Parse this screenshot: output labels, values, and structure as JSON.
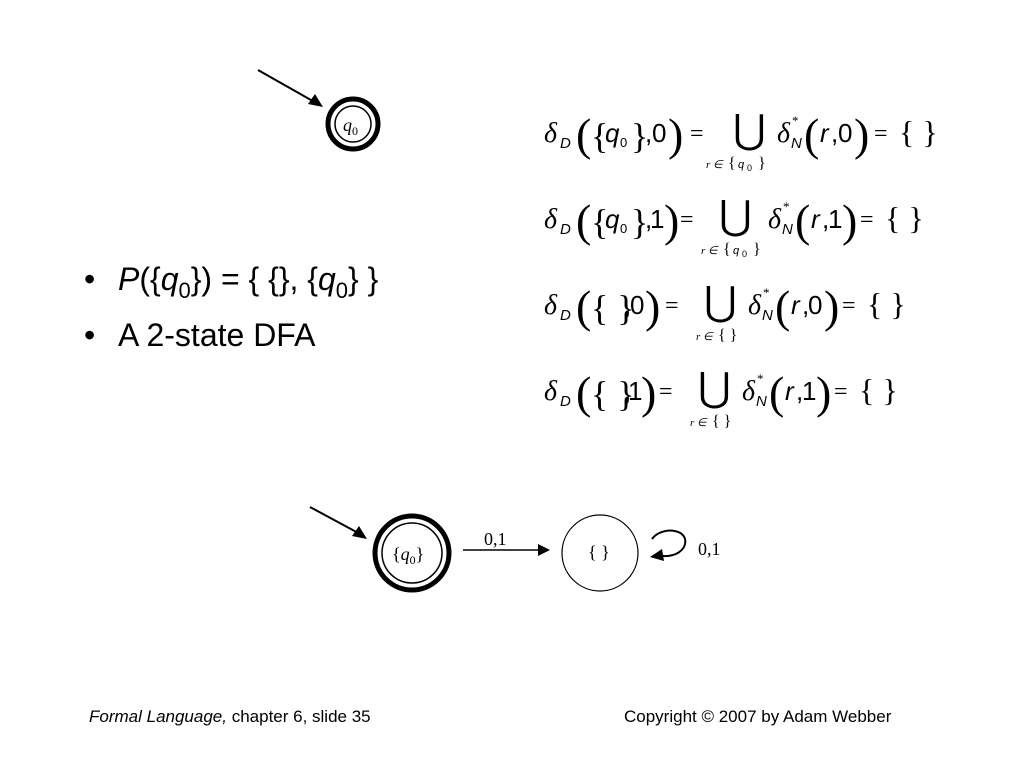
{
  "bullets": [
    {
      "p": "P",
      "open": "({",
      "q": "q",
      "sub": "0",
      "rest": "}) = { {}, {",
      "q2": "q",
      "sub2": "0",
      "close": "} }"
    },
    {
      "text": "A 2-state DFA"
    }
  ],
  "top_state": {
    "label": "q",
    "sub": "0"
  },
  "equations": [
    {
      "delta": "δ",
      "d": "D",
      "set_q": "q",
      "set_sub": "0",
      "input": "0",
      "union_var": "r ∈ ",
      "union_q": "q",
      "union_sub": "0",
      "delta_n": "δ",
      "n": "N",
      "star": "*",
      "r": "r",
      "input2": "0",
      "result": "{ }"
    },
    {
      "delta": "δ",
      "d": "D",
      "set_q": "q",
      "set_sub": "0",
      "input": "1",
      "union_var": "r ∈ ",
      "union_q": "q",
      "union_sub": "0",
      "delta_n": "δ",
      "n": "N",
      "star": "*",
      "r": "r",
      "input2": "1",
      "result": "{ }"
    },
    {
      "delta": "δ",
      "d": "D",
      "set_empty": "{ }",
      "input": "0",
      "union_var": "r ∈ ",
      "union_empty": "{ }",
      "delta_n": "δ",
      "n": "N",
      "star": "*",
      "r": "r",
      "input2": "0",
      "result": "{ }"
    },
    {
      "delta": "δ",
      "d": "D",
      "set_empty": "{ }",
      "input": "1",
      "union_var": "r ∈ ",
      "union_empty": "{ }",
      "delta_n": "δ",
      "n": "N",
      "star": "*",
      "r": "r",
      "input2": "1",
      "result": "{ }"
    }
  ],
  "dfa": {
    "start_state": {
      "brace_open": "{",
      "q": "q",
      "sub": "0",
      "brace_close": "}"
    },
    "empty_state": "{ }",
    "transition_label": "0,1",
    "loop_label": "0,1"
  },
  "footer": {
    "title": "Formal Language,",
    "rest": " chapter 6, slide 35",
    "copyright": "Copyright © 2007 by Adam Webber"
  }
}
